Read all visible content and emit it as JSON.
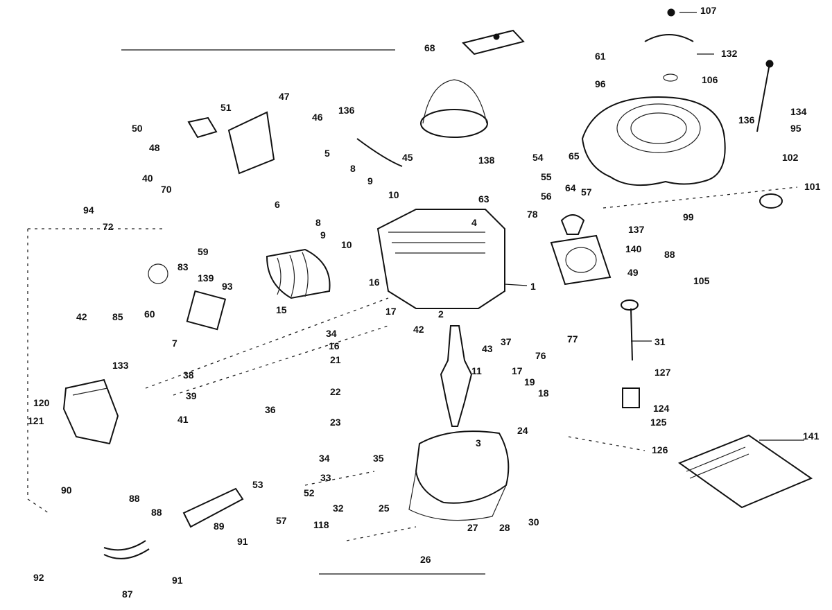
{
  "diagram": {
    "labels": [
      "107",
      "132",
      "106",
      "61",
      "96",
      "134",
      "136",
      "95",
      "102",
      "101",
      "99",
      "88",
      "105",
      "68",
      "136",
      "46",
      "47",
      "51",
      "50",
      "48",
      "5",
      "8",
      "9",
      "10",
      "6",
      "8",
      "9",
      "10",
      "45",
      "54",
      "138",
      "55",
      "56",
      "63",
      "78",
      "4",
      "65",
      "64",
      "57",
      "137",
      "140",
      "49",
      "1",
      "40",
      "70",
      "94",
      "72",
      "59",
      "83",
      "139",
      "93",
      "42",
      "85",
      "60",
      "7",
      "15",
      "16",
      "34",
      "16",
      "21",
      "17",
      "42",
      "2",
      "43",
      "37",
      "76",
      "77",
      "31",
      "127",
      "11",
      "17",
      "19",
      "18",
      "22",
      "23",
      "38",
      "39",
      "36",
      "41",
      "133",
      "120",
      "121",
      "24",
      "3",
      "34",
      "35",
      "33",
      "52",
      "53",
      "57",
      "32",
      "25",
      "118",
      "30",
      "28",
      "27",
      "26",
      "124",
      "125",
      "126",
      "141",
      "90",
      "92",
      "88",
      "88",
      "89",
      "91",
      "91",
      "87"
    ]
  }
}
